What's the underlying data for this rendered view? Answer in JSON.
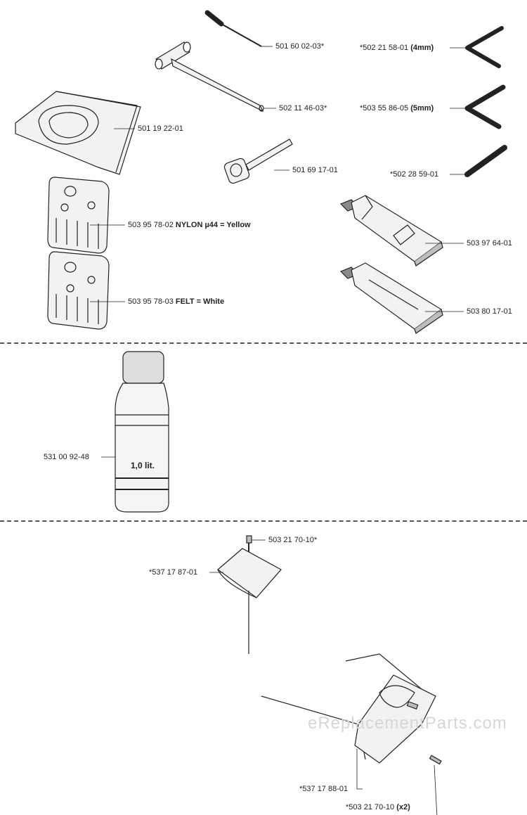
{
  "parts": [
    {
      "id": "p1",
      "number": "501 60 02-03*",
      "note": ""
    },
    {
      "id": "p2",
      "number": "*502 21 58-01",
      "note": "(4mm)"
    },
    {
      "id": "p3",
      "number": "502 11 46-03*",
      "note": ""
    },
    {
      "id": "p4",
      "number": "*503 55 86-05",
      "note": "(5mm)"
    },
    {
      "id": "p5",
      "number": "501 19 22-01",
      "note": ""
    },
    {
      "id": "p6",
      "number": "501 69 17-01",
      "note": ""
    },
    {
      "id": "p7",
      "number": "*502 28 59-01",
      "note": ""
    },
    {
      "id": "p8",
      "number": "503 95 78-02",
      "note": "NYLON µ44 = Yellow"
    },
    {
      "id": "p9",
      "number": "503 97 64-01",
      "note": ""
    },
    {
      "id": "p10",
      "number": "503 95 78-03",
      "note": "FELT = White"
    },
    {
      "id": "p11",
      "number": "503 80 17-01",
      "note": ""
    },
    {
      "id": "p12",
      "number": "531 00 92-48",
      "note": ""
    },
    {
      "id": "p13",
      "number": "503 21 70-10*",
      "note": ""
    },
    {
      "id": "p14",
      "number": "*537 17 87-01",
      "note": ""
    },
    {
      "id": "p15",
      "number": "*537 17 88-01",
      "note": ""
    },
    {
      "id": "p16",
      "number": "*503 21 70-10",
      "note": "(x2)"
    }
  ],
  "bottle_label": "1,0 lit.",
  "watermark": "eReplacementParts.com",
  "colors": {
    "line": "#222222",
    "fill": "#f2f2f2",
    "shade": "#bdbdbd",
    "dark": "#8a8a8a"
  }
}
